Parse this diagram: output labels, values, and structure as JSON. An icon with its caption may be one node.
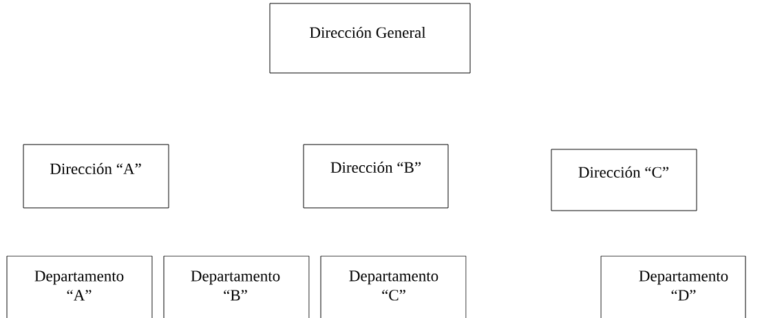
{
  "diagram": {
    "nodes": [
      {
        "text": [
          "Dirección General"
        ]
      },
      {
        "text": [
          "Dirección “A”"
        ]
      },
      {
        "text": [
          "Dirección “B”"
        ]
      },
      {
        "text": [
          "Dirección “C”"
        ]
      },
      {
        "text": [
          "Departamento “A”"
        ]
      },
      {
        "text": [
          "Departamento “B”"
        ]
      },
      {
        "text": [
          "Departamento “C”"
        ]
      },
      {
        "text": [
          "Departamento “D”"
        ]
      }
    ]
  }
}
